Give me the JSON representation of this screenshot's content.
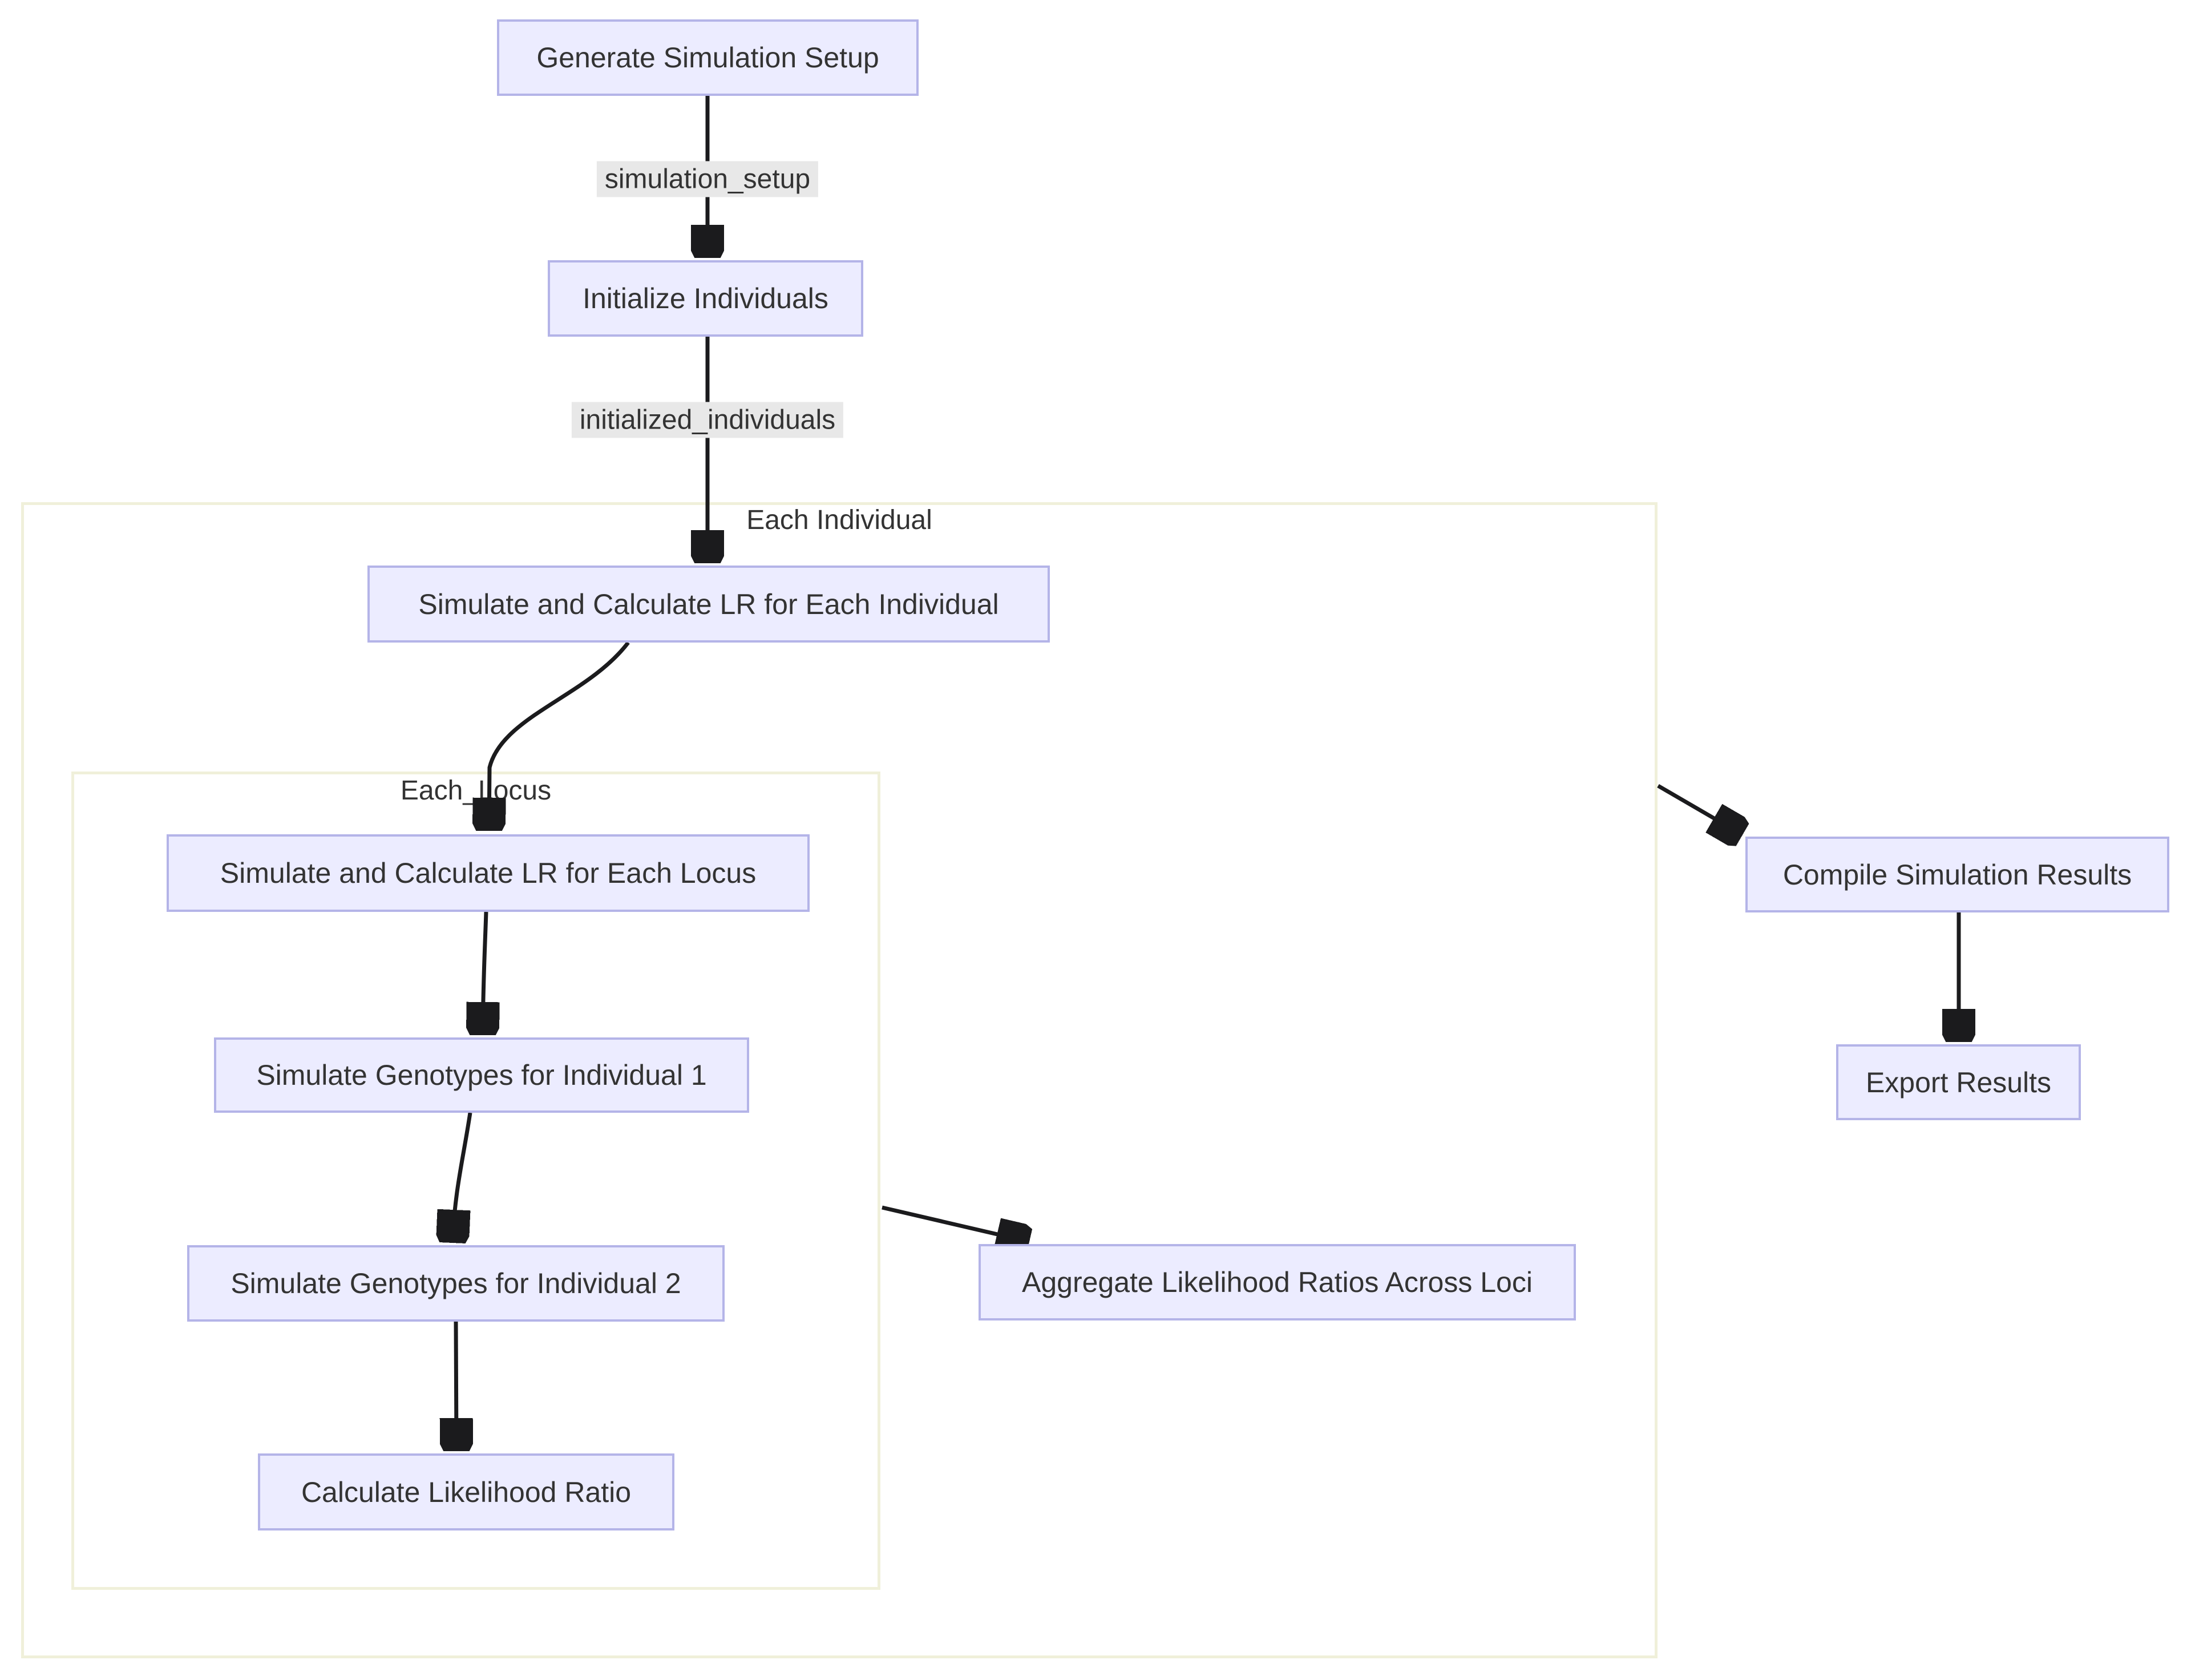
{
  "diagram": {
    "type": "flowchart",
    "direction": "top-down",
    "background": "#ffffff",
    "nodes": {
      "generate_setup": "Generate Simulation Setup",
      "initialize_individuals": "Initialize Individuals",
      "simulate_lr_individual": "Simulate and Calculate LR for Each Individual",
      "simulate_lr_locus": "Simulate and Calculate LR for Each Locus",
      "simulate_genotypes_1": "Simulate Genotypes for Individual 1",
      "simulate_genotypes_2": "Simulate Genotypes for Individual 2",
      "calculate_lr": "Calculate Likelihood Ratio",
      "aggregate_lr": "Aggregate Likelihood Ratios Across Loci",
      "compile_results": "Compile Simulation Results",
      "export_results": "Export Results"
    },
    "clusters": {
      "each_individual": "Each Individual",
      "each_locus": "Each_Locus"
    },
    "edge_labels": {
      "simulation_setup": "simulation_setup",
      "initialized_individuals": "initialized_individuals"
    },
    "edges": [
      {
        "from": "Generate Simulation Setup",
        "to": "Initialize Individuals",
        "label": "simulation_setup"
      },
      {
        "from": "Initialize Individuals",
        "to": "Simulate and Calculate LR for Each Individual",
        "label": "initialized_individuals"
      },
      {
        "from": "Simulate and Calculate LR for Each Individual",
        "to": "Simulate and Calculate LR for Each Locus"
      },
      {
        "from": "Simulate and Calculate LR for Each Locus",
        "to": "Simulate Genotypes for Individual 1"
      },
      {
        "from": "Simulate Genotypes for Individual 1",
        "to": "Simulate Genotypes for Individual 2"
      },
      {
        "from": "Simulate Genotypes for Individual 2",
        "to": "Calculate Likelihood Ratio"
      },
      {
        "from": "Each_Locus",
        "to": "Aggregate Likelihood Ratios Across Loci"
      },
      {
        "from": "Each Individual",
        "to": "Compile Simulation Results"
      },
      {
        "from": "Compile Simulation Results",
        "to": "Export Results"
      }
    ],
    "colors": {
      "node_fill": "#ececff",
      "node_border": "#b4b4e8",
      "cluster_border": "#f0f0da",
      "edge": "#1b1b1d",
      "edge_label_bg": "#e8e8e8",
      "text": "#333333"
    }
  }
}
